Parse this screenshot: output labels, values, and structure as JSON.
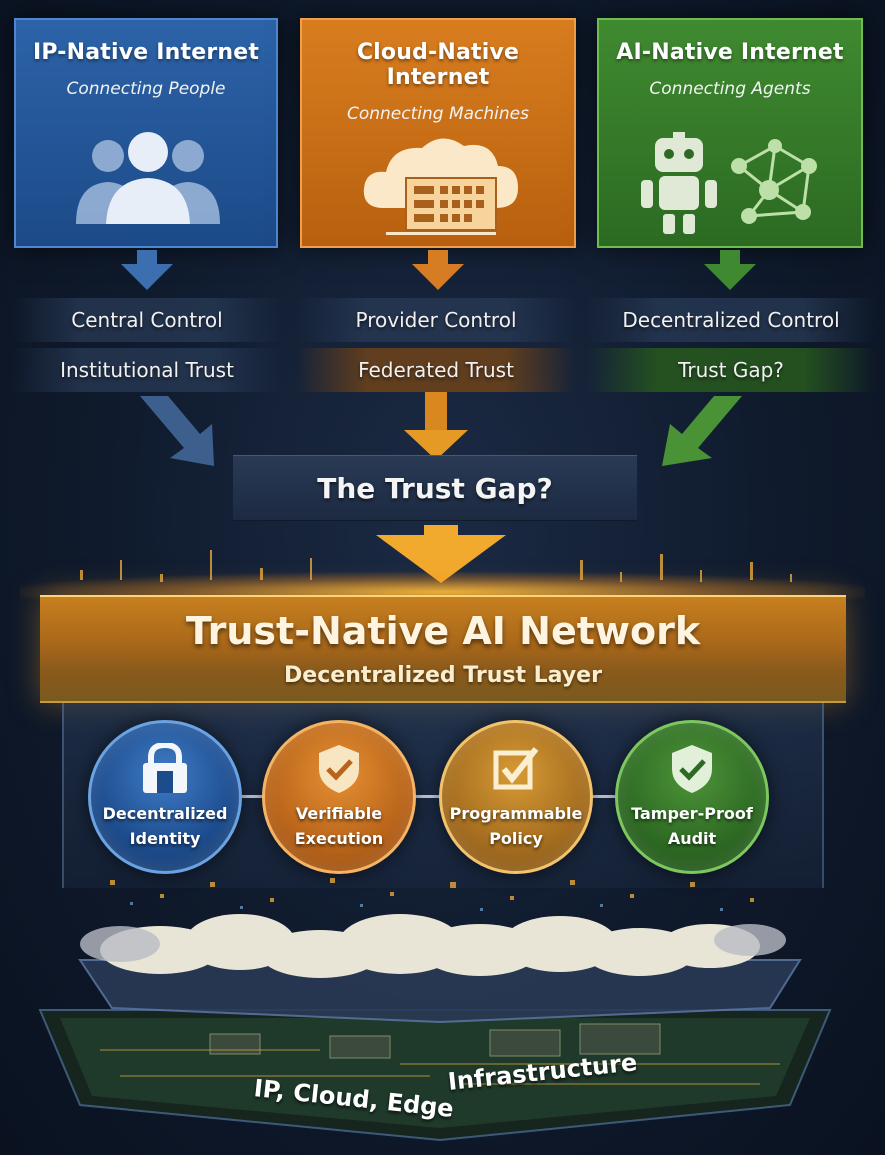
{
  "eras": [
    {
      "title": "IP-Native Internet",
      "subtitle": "Connecting People",
      "icon": "people-icon",
      "control": "Central Control",
      "trust": "Institutional Trust",
      "color": "#2c63a8"
    },
    {
      "title": "Cloud-Native Internet",
      "subtitle": "Connecting Machines",
      "icon": "cloud-server-icon",
      "control": "Provider Control",
      "trust": "Federated Trust",
      "color": "#d87d1f"
    },
    {
      "title": "AI-Native Internet",
      "subtitle": "Connecting Agents",
      "icon": "robot-network-icon",
      "control": "Decentralized Control",
      "trust": "Trust Gap?",
      "color": "#3f8a30"
    }
  ],
  "gap": {
    "label": "The Trust Gap?"
  },
  "layer": {
    "title": "Trust-Native AI Network",
    "subtitle": "Decentralized Trust Layer"
  },
  "pillars": [
    {
      "line1": "Decentralized",
      "line2": "Identity",
      "icon": "lock-icon",
      "color": "#2c63a8"
    },
    {
      "line1": "Verifiable",
      "line2": "Execution",
      "icon": "shield-check-icon",
      "color": "#d87d1f"
    },
    {
      "line1": "Programmable",
      "line2": "Policy",
      "icon": "checkbox-icon",
      "color": "#c58a2a"
    },
    {
      "line1": "Tamper-Proof",
      "line2": "Audit",
      "icon": "shield-check-icon",
      "color": "#3f8a30"
    }
  ],
  "infrastructure": {
    "part1": "IP, Cloud, Edge",
    "part2": "Infrastructure"
  }
}
